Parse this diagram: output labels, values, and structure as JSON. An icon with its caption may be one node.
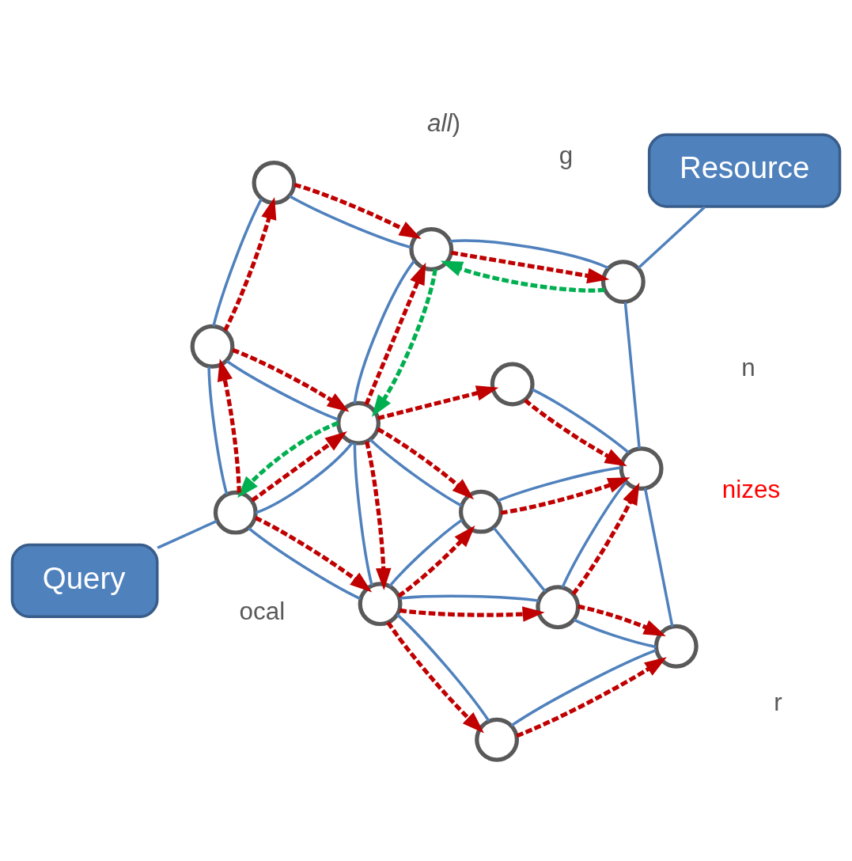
{
  "diagram": {
    "nodes": [
      {
        "text": [
          "Resource"
        ]
      },
      {
        "text": [],
        "shape": "circle"
      },
      {
        "text": [],
        "shape": "circle"
      },
      {
        "text": [],
        "shape": "circle"
      },
      {
        "text": [],
        "shape": "circle"
      },
      {
        "text": [],
        "shape": "circle"
      },
      {
        "text": [],
        "shape": "circle"
      },
      {
        "text": [],
        "shape": "circle"
      },
      {
        "text": [],
        "shape": "circle"
      },
      {
        "text": [],
        "shape": "circle"
      },
      {
        "text": [],
        "shape": "circle"
      },
      {
        "text": [],
        "shape": "circle"
      },
      {
        "text": [],
        "shape": "circle"
      },
      {
        "text": [],
        "shape": "circle"
      },
      {
        "text": [
          "Query"
        ]
      }
    ],
    "edges": [
      {
        "from": 2,
        "to": 1,
        "arrow": "none"
      },
      {
        "from": 1,
        "to": 3,
        "arrow": "none"
      },
      {
        "from": 1,
        "to": 4,
        "arrow": "none"
      },
      {
        "from": 3,
        "to": 4,
        "arrow": "none"
      },
      {
        "from": 4,
        "to": 5,
        "arrow": "none"
      },
      {
        "from": 3,
        "to": 7,
        "arrow": "none"
      },
      {
        "from": 7,
        "to": 4,
        "arrow": "none"
      },
      {
        "from": 6,
        "to": 4,
        "arrow": "none"
      },
      {
        "from": 8,
        "to": 2,
        "arrow": "none"
      },
      {
        "from": 8,
        "to": 3,
        "arrow": "none"
      },
      {
        "from": 8,
        "to": 7,
        "arrow": "none"
      },
      {
        "from": 8,
        "to": 10,
        "arrow": "none"
      },
      {
        "from": 8,
        "to": 11,
        "arrow": "none"
      },
      {
        "from": 7,
        "to": 10,
        "arrow": "none"
      },
      {
        "from": 10,
        "to": 9,
        "arrow": "none"
      },
      {
        "from": 9,
        "to": 5,
        "arrow": "none"
      },
      {
        "from": 9,
        "to": 12,
        "arrow": "none"
      },
      {
        "from": 10,
        "to": 11,
        "arrow": "none"
      },
      {
        "from": 11,
        "to": 13,
        "arrow": "none"
      },
      {
        "from": 10,
        "to": 13,
        "arrow": "none"
      },
      {
        "from": 13,
        "to": 12,
        "arrow": "none"
      },
      {
        "from": 2,
        "to": 1,
        "arrow": "to",
        "style": "dashed",
        "color": "#c00000"
      },
      {
        "from": 3,
        "to": 1,
        "arrow": "to",
        "style": "dashed",
        "color": "#c00000"
      },
      {
        "from": 3,
        "to": 4,
        "arrow": "to",
        "style": "dashed",
        "color": "#c00000"
      },
      {
        "from": 8,
        "to": 2,
        "arrow": "to",
        "style": "dashed",
        "color": "#c00000"
      },
      {
        "from": 8,
        "to": 3,
        "arrow": "to",
        "style": "dashed",
        "color": "#c00000"
      },
      {
        "from": 7,
        "to": 4,
        "arrow": "to",
        "style": "dashed",
        "color": "#c00000"
      },
      {
        "from": 6,
        "to": 4,
        "arrow": "to",
        "style": "dashed",
        "color": "#c00000"
      },
      {
        "from": 8,
        "to": 7,
        "arrow": "to",
        "style": "dashed",
        "color": "#c00000"
      },
      {
        "from": 10,
        "to": 8,
        "arrow": "to",
        "style": "dashed",
        "color": "#c00000"
      },
      {
        "from": 10,
        "to": 7,
        "arrow": "to",
        "style": "dashed",
        "color": "#c00000"
      },
      {
        "from": 10,
        "to": 6,
        "arrow": "to",
        "style": "dashed",
        "color": "#c00000"
      },
      {
        "from": 11,
        "to": 8,
        "arrow": "to",
        "style": "dashed",
        "color": "#c00000"
      },
      {
        "from": 11,
        "to": 10,
        "arrow": "to",
        "style": "dashed",
        "color": "#c00000"
      },
      {
        "from": 10,
        "to": 9,
        "arrow": "to",
        "style": "dashed",
        "color": "#c00000"
      },
      {
        "from": 9,
        "to": 5,
        "arrow": "to",
        "style": "dashed",
        "color": "#c00000"
      },
      {
        "from": 11,
        "to": 13,
        "arrow": "to",
        "style": "dashed",
        "color": "#c00000"
      },
      {
        "from": 13,
        "to": 10,
        "arrow": "to",
        "style": "dashed",
        "color": "#c00000"
      },
      {
        "from": 13,
        "to": 12,
        "arrow": "to",
        "style": "dashed",
        "color": "#c00000"
      },
      {
        "from": 12,
        "to": 9,
        "arrow": "to",
        "style": "dashed",
        "color": "#c00000"
      },
      {
        "from": 5,
        "to": 9,
        "arrow": "to",
        "style": "dashed",
        "color": "#00b050"
      },
      {
        "from": 9,
        "to": 10,
        "arrow": "to",
        "style": "dashed",
        "color": "#00b050"
      },
      {
        "from": 10,
        "to": 11,
        "arrow": "to",
        "style": "dashed",
        "color": "#00b050"
      },
      {
        "from": 0,
        "to": 5,
        "arrow": "none"
      },
      {
        "from": 14,
        "to": 11,
        "arrow": "none"
      }
    ],
    "labels": [
      "ocal",
      "g",
      "nizes",
      "n",
      "*all*)",
      "r"
    ]
  }
}
